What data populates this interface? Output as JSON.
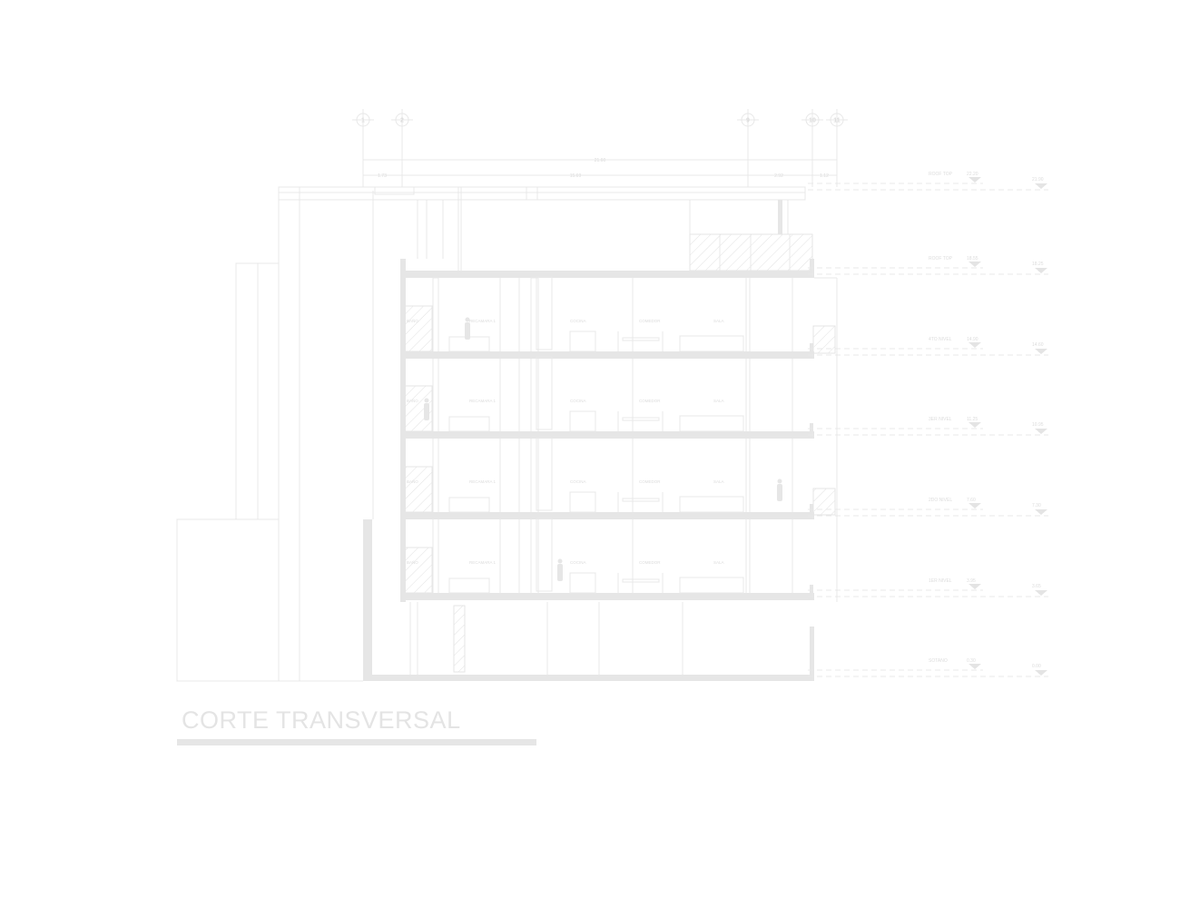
{
  "drawing": {
    "title": "CORTE TRANSVERSAL",
    "axes": [
      "1",
      "2",
      "9",
      "10",
      "11"
    ],
    "dimensions": {
      "overall": "21.60",
      "segments": [
        "1.73",
        "15.69",
        "2.92",
        "1.12"
      ]
    },
    "levels": [
      {
        "name": "ROOF TOP",
        "elevation": "22.20",
        "finish": "21.90"
      },
      {
        "name": "ROOF TOP",
        "elevation": "18.55",
        "finish": "18.25"
      },
      {
        "name": "4TO NIVEL",
        "elevation": "14.90",
        "finish": "14.60"
      },
      {
        "name": "3ER NIVEL",
        "elevation": "11.25",
        "finish": "10.95"
      },
      {
        "name": "2DO NIVEL",
        "elevation": "7.60",
        "finish": "7.30"
      },
      {
        "name": "1ER NIVEL",
        "elevation": "3.95",
        "finish": "3.65"
      },
      {
        "name": "SOTANO",
        "elevation": "0.30",
        "finish": "0.00"
      }
    ],
    "rooms": [
      "BAÑO",
      "RECAMARA 1",
      "COCINA",
      "COMEDOR",
      "SALA"
    ],
    "colors": {
      "line": "#e8e8e8",
      "fill": "#e6e6e6",
      "text": "#dcdcdc"
    }
  }
}
